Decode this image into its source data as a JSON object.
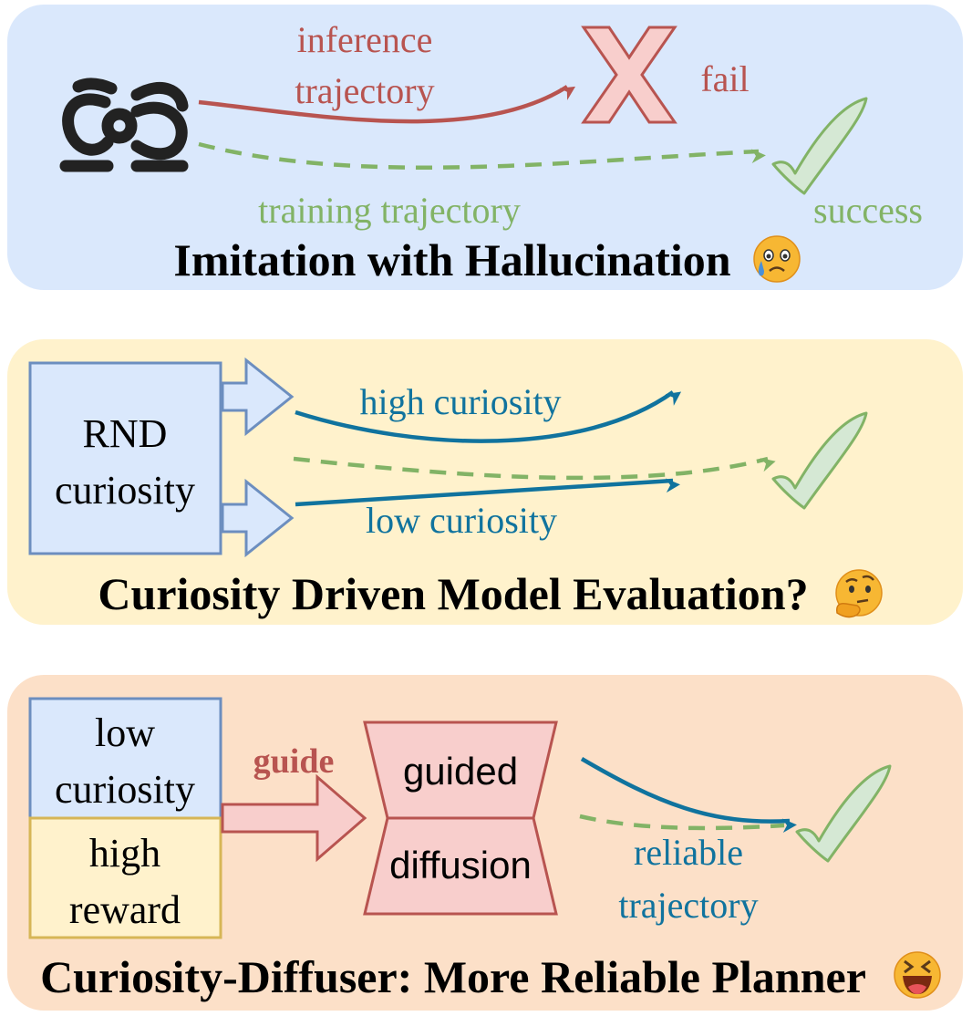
{
  "colors": {
    "panel1_fill": "#dae8fc",
    "panel2_fill": "#fff2cc",
    "panel3_fill": "#fce0c8",
    "fail_red": "#b85450",
    "x_fill": "#f8cecc",
    "success_green": "#82b366",
    "check_fill": "#d5e8d4",
    "curiosity_blue": "#10739e",
    "box_blue_fill": "#dae8fc",
    "box_blue_stroke": "#6c8ebf",
    "box_yellow_fill": "#fff2cc",
    "box_yellow_stroke": "#d6b656"
  },
  "panel1": {
    "inference_line1": "inference",
    "inference_line2": "trajectory",
    "fail": "fail",
    "training": "training trajectory",
    "success": "success",
    "title": "Imitation with Hallucination",
    "robot_icon": "robot-icon",
    "cross_icon": "cross-icon",
    "check_icon": "checkmark-icon",
    "emoji_icon": "crying-face-icon"
  },
  "panel2": {
    "rnd_line1": "RND",
    "rnd_line2": "curiosity",
    "high": "high curiosity",
    "low": "low curiosity",
    "title": "Curiosity Driven Model Evaluation?",
    "check_icon": "checkmark-icon",
    "emoji_icon": "thinking-face-icon"
  },
  "panel3": {
    "low_line1": "low",
    "low_line2": "curiosity",
    "high_line1": "high",
    "high_line2": "reward",
    "guide": "guide",
    "guided": "guided",
    "diffusion": "diffusion",
    "reliable_line1": "reliable",
    "reliable_line2": "trajectory",
    "title": "Curiosity-Diffuser: More Reliable Planner",
    "check_icon": "checkmark-icon",
    "emoji_icon": "laughing-face-icon"
  }
}
